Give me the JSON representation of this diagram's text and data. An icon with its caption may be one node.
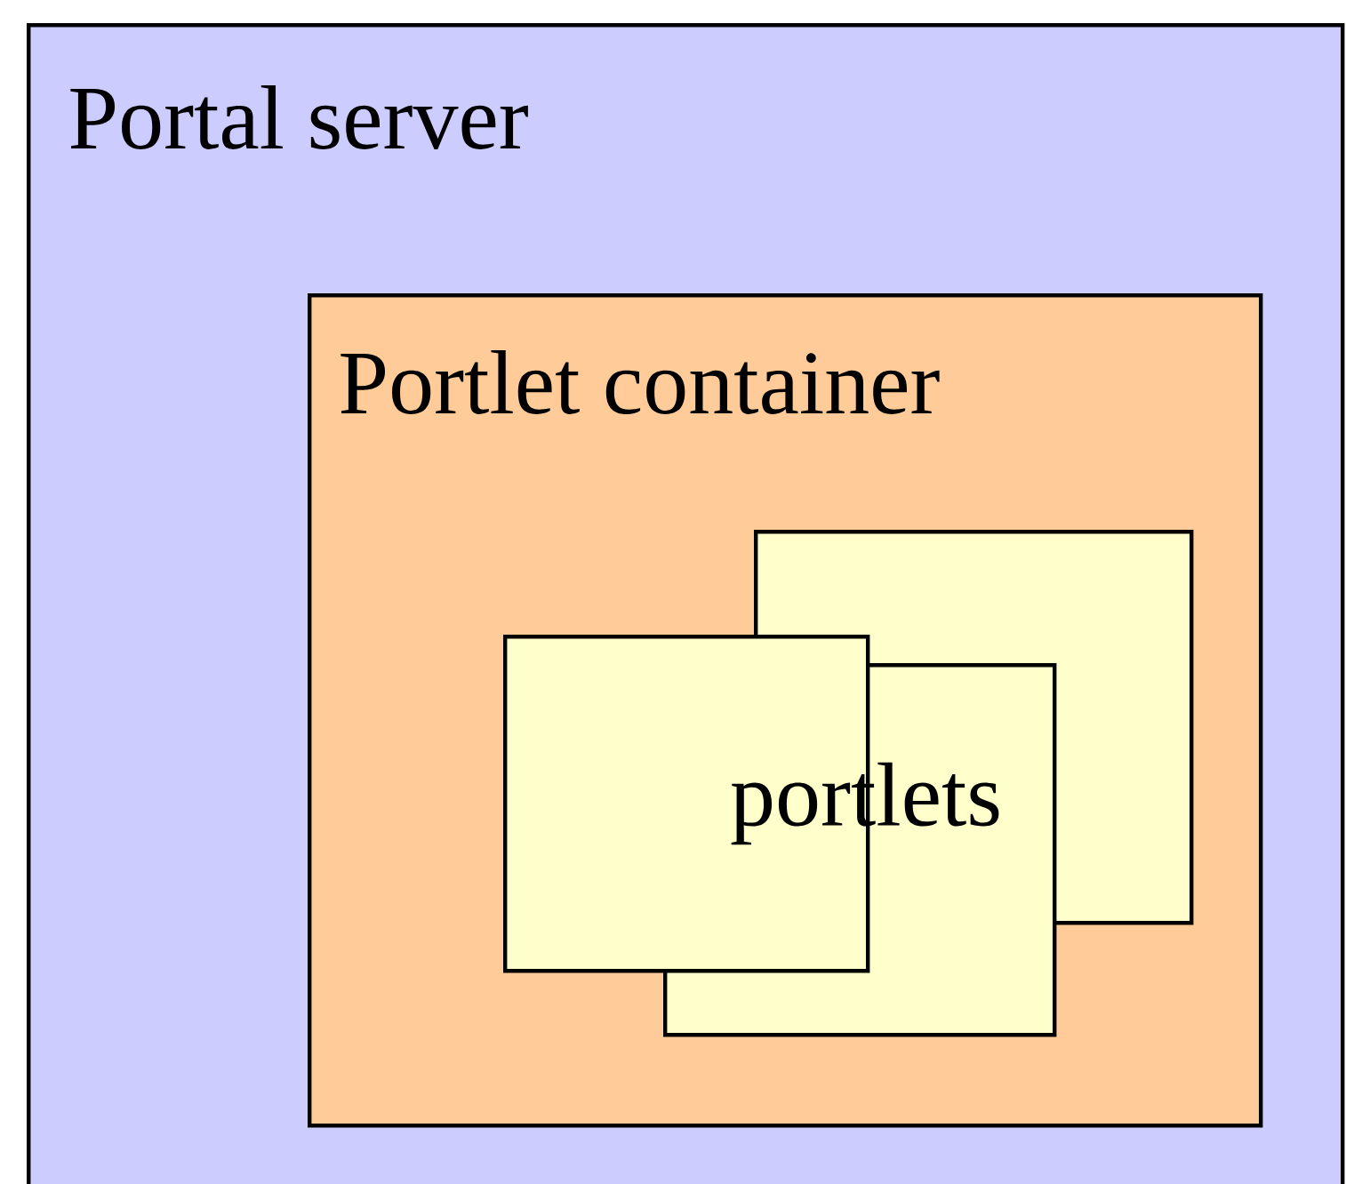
{
  "diagram": {
    "nodes": [
      {
        "text": [
          "Portal server"
        ]
      },
      {
        "text": [
          "Portlet container"
        ],
        "in": 0
      },
      {
        "text": [],
        "shape": "box",
        "in": 1
      },
      {
        "text": [],
        "shape": "box",
        "in": 1
      },
      {
        "text": [],
        "shape": "box",
        "in": 1
      }
    ],
    "labels": [
      "portlets"
    ]
  }
}
